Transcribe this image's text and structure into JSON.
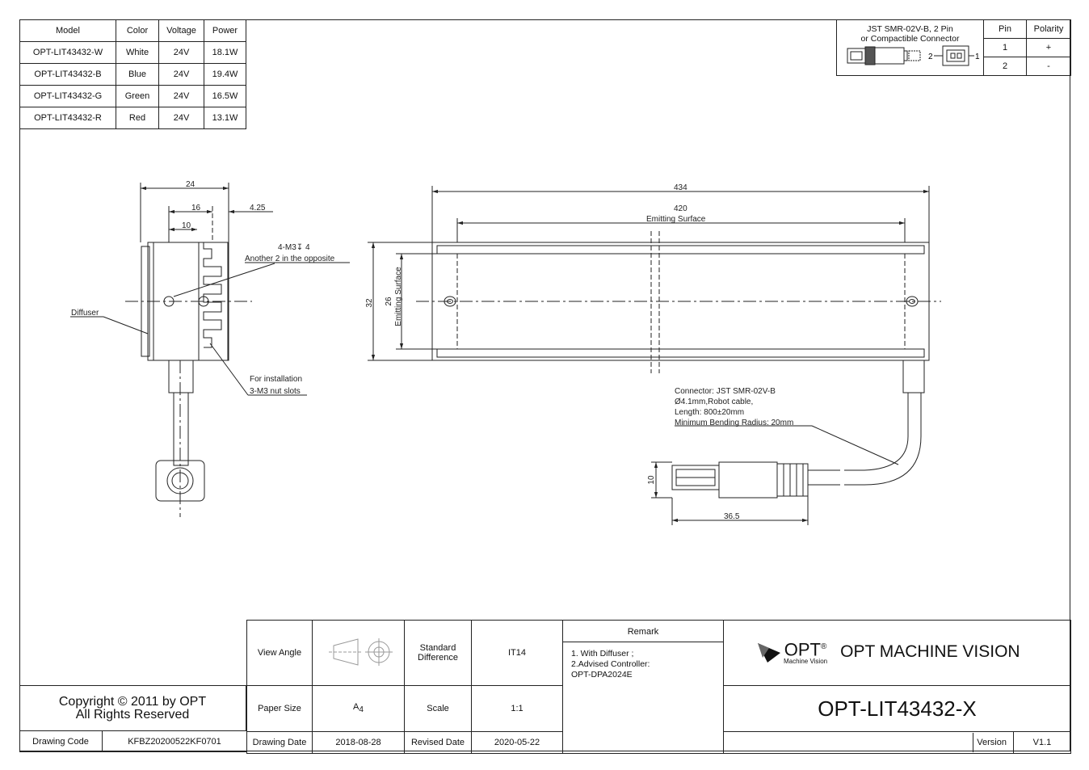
{
  "spec_table": {
    "headers": [
      "Model",
      "Color",
      "Voltage",
      "Power"
    ],
    "rows": [
      [
        "OPT-LIT43432-W",
        "White",
        "24V",
        "18.1W"
      ],
      [
        "OPT-LIT43432-B",
        "Blue",
        "24V",
        "19.4W"
      ],
      [
        "OPT-LIT43432-G",
        "Green",
        "24V",
        "16.5W"
      ],
      [
        "OPT-LIT43432-R",
        "Red",
        "24V",
        "13.1W"
      ]
    ]
  },
  "connector_table": {
    "title_line1": "JST SMR-02V-B, 2 Pin",
    "title_line2": "or Compactible Connector",
    "pin_header": "Pin",
    "polarity_header": "Polarity",
    "rows": [
      {
        "pin": "1",
        "polarity": "+"
      },
      {
        "pin": "2",
        "polarity": "-"
      }
    ],
    "diagram_pin_left": "2",
    "diagram_pin_right": "1"
  },
  "side_view": {
    "dim_24": "24",
    "dim_16": "16",
    "dim_10": "10",
    "dim_4_25": "4.25",
    "hole_note_line1": "4-M3↧ 4",
    "hole_note_line2": "Another 2 in the opposite",
    "diffuser_label": "Diffuser",
    "install_line1": "For installation",
    "install_line2": "3-M3 nut slots"
  },
  "front_view": {
    "dim_434": "434",
    "dim_420": "420",
    "emitting_surface_h": "Emitting Surface",
    "dim_32": "32",
    "dim_26": "26",
    "emitting_surface_v": "Emitting Surface",
    "cable_line1": "Connector: JST SMR-02V-B",
    "cable_line2": "Ø4.1mm,Robot cable,",
    "cable_line3": "Length: 800±20mm",
    "cable_line4": "Minimum Bending Radius: 20mm",
    "dim_10": "10",
    "dim_36_5": "36.5"
  },
  "title_block": {
    "view_angle_label": "View Angle",
    "standard_difference_label": "Standard\nDifference",
    "standard_difference_value": "IT14",
    "remark_label": "Remark",
    "remark_line1": "1. With Diffuser ;",
    "remark_line2": "2.Advised Controller:",
    "remark_line3": "OPT-DPA2024E",
    "logo_text": "OPT",
    "logo_registered": "®",
    "logo_sub": "Machine Vision",
    "company_name": "OPT MACHINE VISION",
    "copyright_line1": "Copyright © 2011 by OPT",
    "copyright_line2": "All Rights Reserved",
    "paper_size_label": "Paper Size",
    "paper_size_value": "A",
    "paper_size_sub": "4",
    "scale_label": "Scale",
    "scale_value": "1:1",
    "model_code": "OPT-LIT43432-X",
    "drawing_code_label": "Drawing Code",
    "drawing_code_value": "KFBZ20200522KF0701",
    "drawing_date_label": "Drawing Date",
    "drawing_date_value": "2018-08-28",
    "revised_date_label": "Revised Date",
    "revised_date_value": "2020-05-22",
    "version_label": "Version",
    "version_value": "V1.1"
  }
}
